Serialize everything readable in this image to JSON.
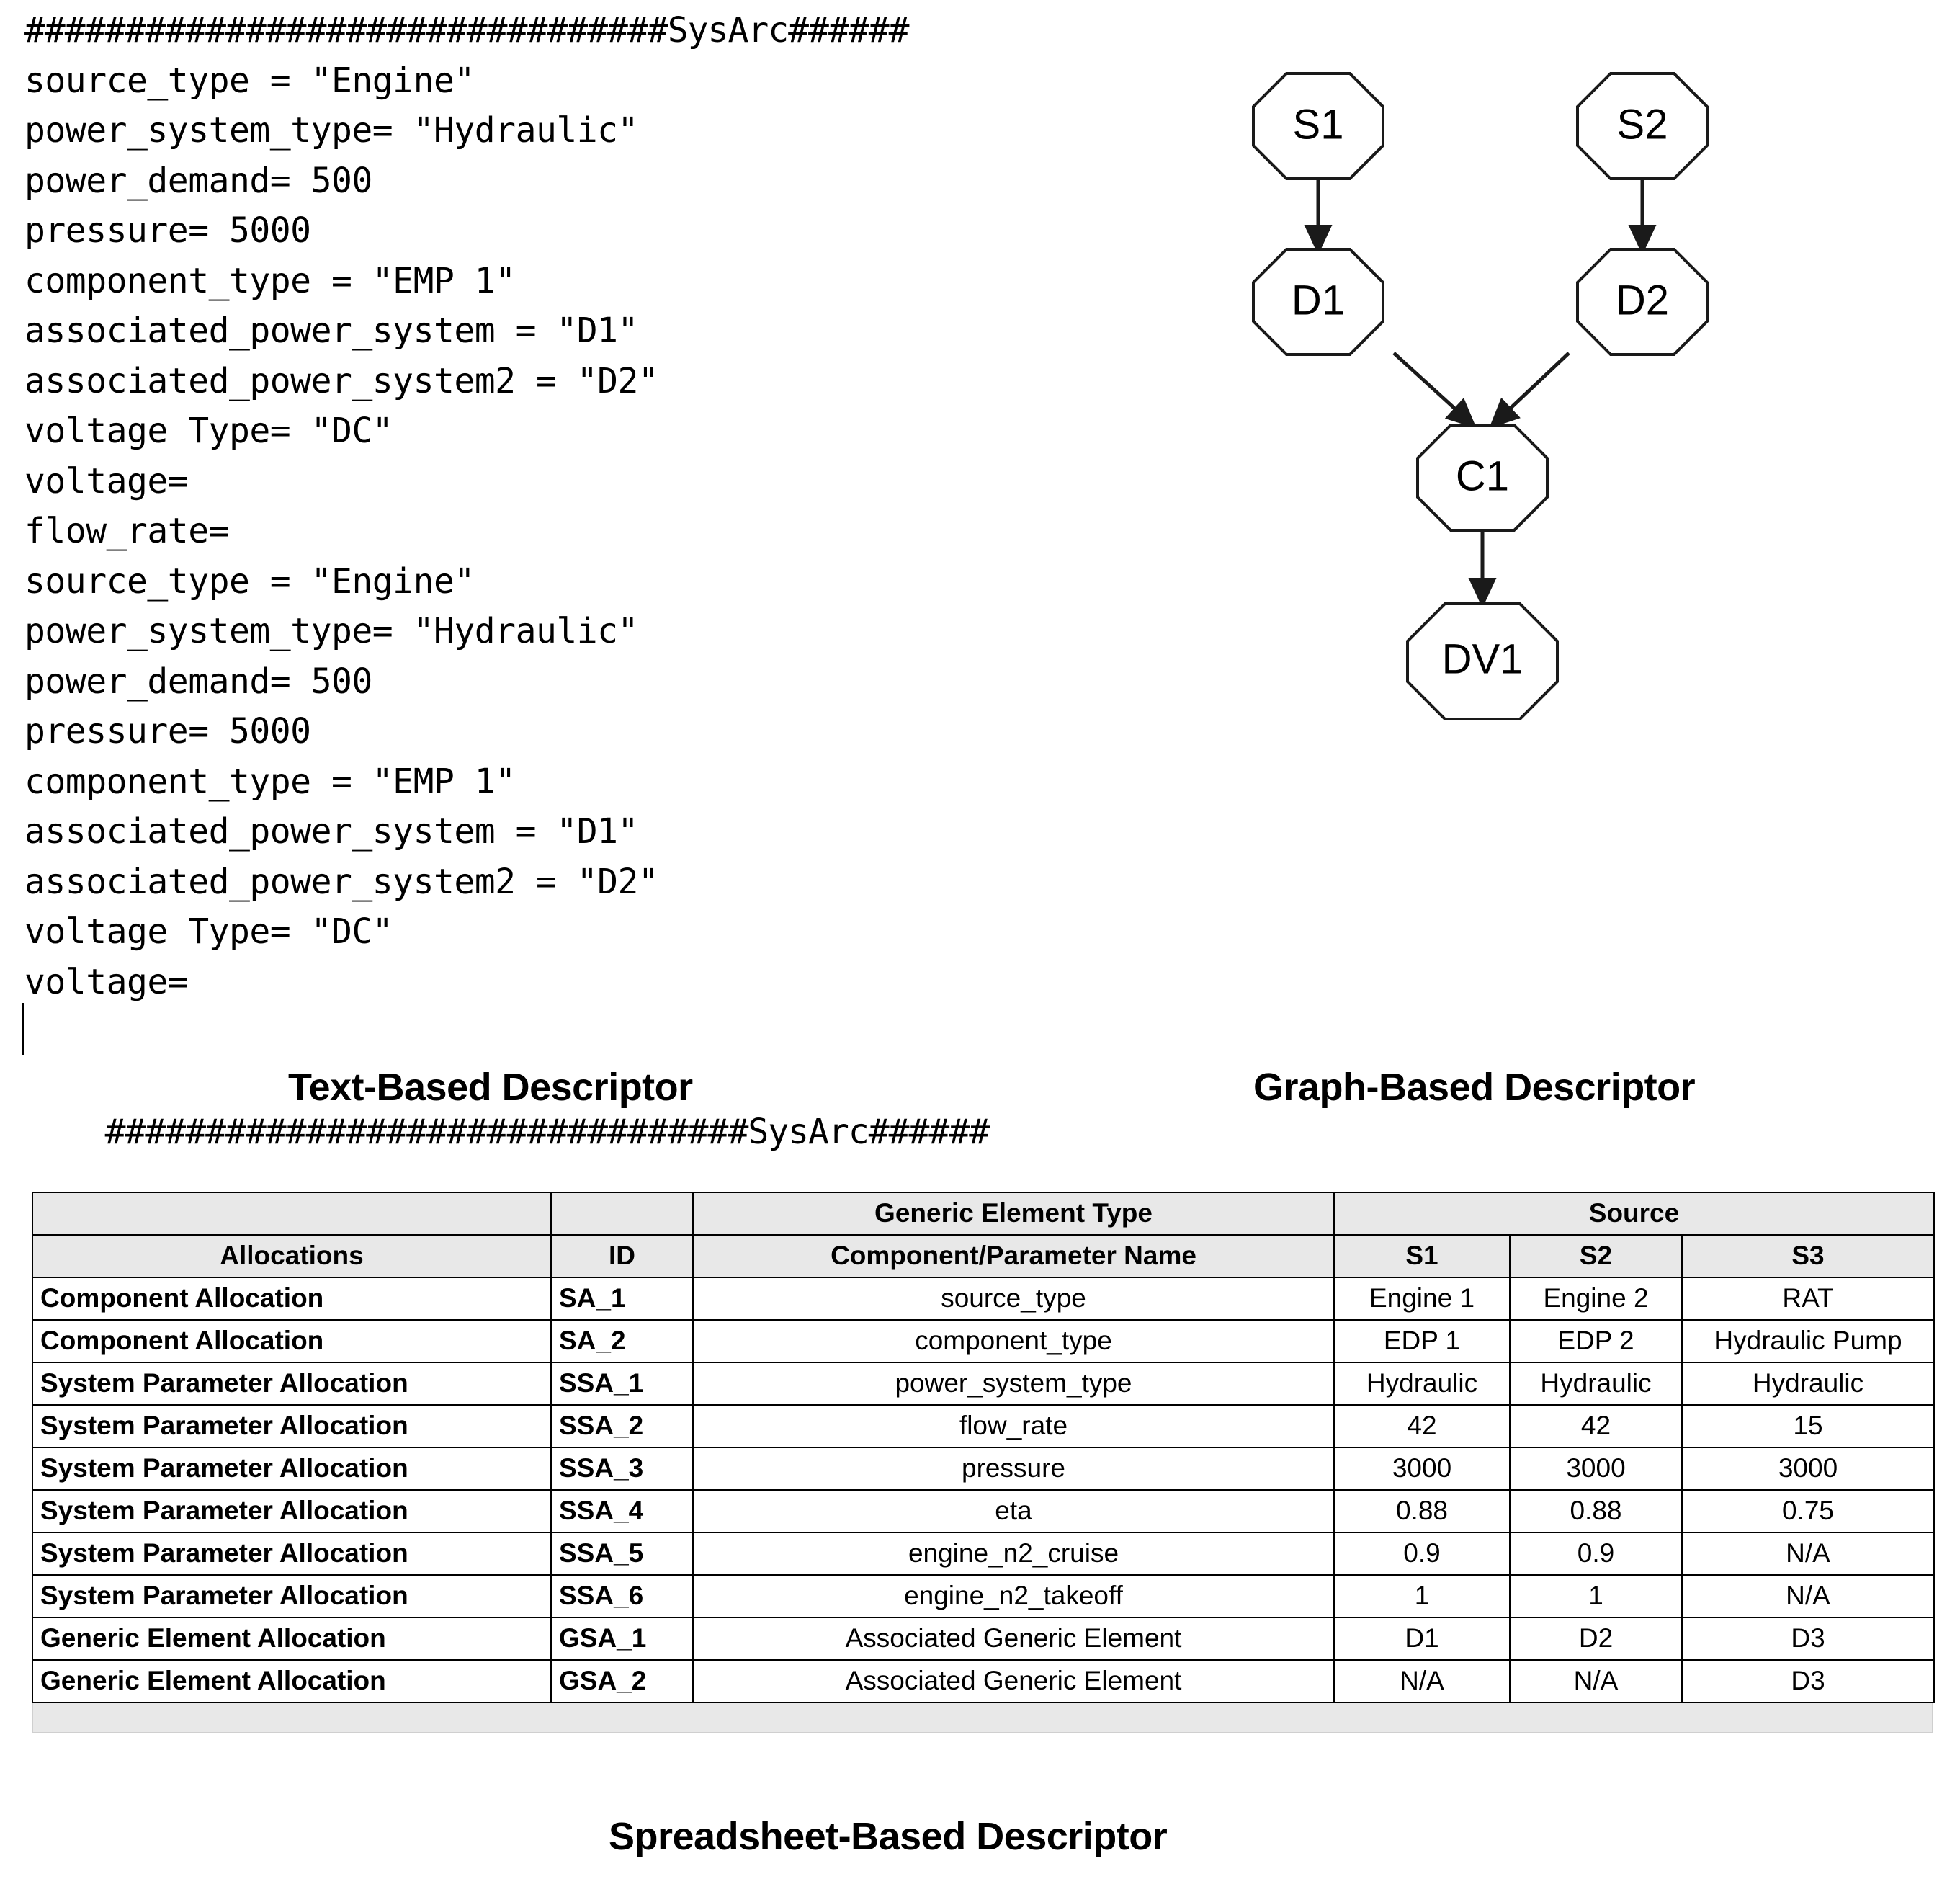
{
  "text_descriptor": {
    "caption": "Text-Based Descriptor",
    "lines": [
      "################################SysArc######",
      "source_type = \"Engine\"",
      "power_system_type= \"Hydraulic\"",
      "power_demand= 500",
      "pressure= 5000",
      "component_type = \"EMP 1\"",
      "associated_power_system = \"D1\"",
      "associated_power_system2 = \"D2\"",
      "voltage Type= \"DC\"",
      "voltage=",
      "flow_rate=",
      "source_type = \"Engine\"",
      "power_system_type= \"Hydraulic\"",
      "power_demand= 500",
      "pressure= 5000",
      "component_type = \"EMP 1\"",
      "associated_power_system = \"D1\"",
      "associated_power_system2 = \"D2\"",
      "voltage Type= \"DC\"",
      "voltage=",
      "################################SysArc######"
    ]
  },
  "graph_descriptor": {
    "caption": "Graph-Based Descriptor",
    "nodes": [
      {
        "id": "S1",
        "label": "S1"
      },
      {
        "id": "S2",
        "label": "S2"
      },
      {
        "id": "D1",
        "label": "D1"
      },
      {
        "id": "D2",
        "label": "D2"
      },
      {
        "id": "C1",
        "label": "C1"
      },
      {
        "id": "DV1",
        "label": "DV1"
      }
    ],
    "edges": [
      {
        "from": "S1",
        "to": "D1"
      },
      {
        "from": "S2",
        "to": "D2"
      },
      {
        "from": "D1",
        "to": "C1"
      },
      {
        "from": "D2",
        "to": "C1"
      },
      {
        "from": "C1",
        "to": "DV1"
      }
    ],
    "node_shape": "octagon",
    "edge_style": "directed-arrow"
  },
  "spreadsheet_descriptor": {
    "caption": "Spreadsheet-Based Descriptor",
    "group_headers": {
      "blank": "",
      "generic_element_type": "Generic Element Type",
      "source": "Source"
    },
    "column_headers": {
      "allocations": "Allocations",
      "id": "ID",
      "component_parameter_name": "Component/Parameter Name",
      "s1": "S1",
      "s2": "S2",
      "s3": "S3"
    },
    "rows": [
      {
        "allocation": "Component Allocation",
        "id": "SA_1",
        "name": "source_type",
        "s1": "Engine 1",
        "s2": "Engine 2",
        "s3": "RAT"
      },
      {
        "allocation": "Component Allocation",
        "id": "SA_2",
        "name": "component_type",
        "s1": "EDP 1",
        "s2": "EDP 2",
        "s3": "Hydraulic Pump"
      },
      {
        "allocation": "System Parameter Allocation",
        "id": "SSA_1",
        "name": "power_system_type",
        "s1": "Hydraulic",
        "s2": "Hydraulic",
        "s3": "Hydraulic"
      },
      {
        "allocation": "System Parameter Allocation",
        "id": "SSA_2",
        "name": "flow_rate",
        "s1": "42",
        "s2": "42",
        "s3": "15"
      },
      {
        "allocation": "System Parameter Allocation",
        "id": "SSA_3",
        "name": "pressure",
        "s1": "3000",
        "s2": "3000",
        "s3": "3000"
      },
      {
        "allocation": "System Parameter Allocation",
        "id": "SSA_4",
        "name": "eta",
        "s1": "0.88",
        "s2": "0.88",
        "s3": "0.75"
      },
      {
        "allocation": "System Parameter Allocation",
        "id": "SSA_5",
        "name": "engine_n2_cruise",
        "s1": "0.9",
        "s2": "0.9",
        "s3": "N/A"
      },
      {
        "allocation": "System Parameter Allocation",
        "id": "SSA_6",
        "name": "engine_n2_takeoff",
        "s1": "1",
        "s2": "1",
        "s3": "N/A"
      },
      {
        "allocation": "Generic Element Allocation",
        "id": "GSA_1",
        "name": "Associated Generic Element",
        "s1": "D1",
        "s2": "D2",
        "s3": "D3"
      },
      {
        "allocation": "Generic Element Allocation",
        "id": "GSA_2",
        "name": "Associated Generic Element",
        "s1": "N/A",
        "s2": "N/A",
        "s3": "D3"
      }
    ]
  },
  "colors": {
    "header_fill": "#e8e8e8",
    "border": "#000000",
    "node_stroke": "#1a1a1a",
    "text": "#000000"
  }
}
